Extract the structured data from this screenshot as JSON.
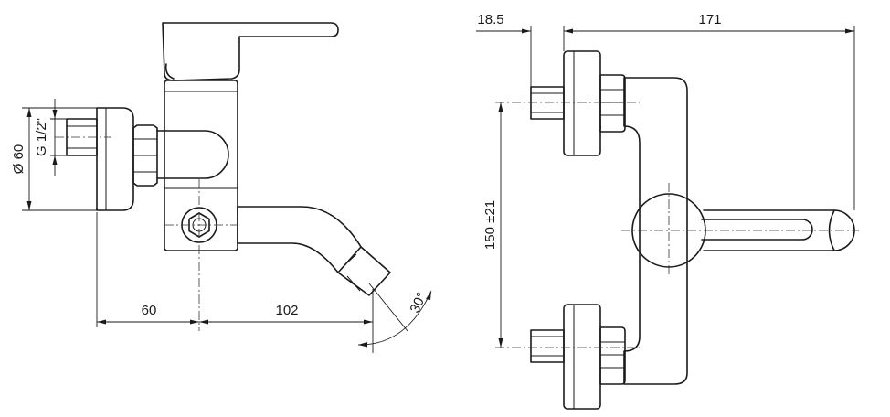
{
  "colors": {
    "stroke": "#1a1a1a",
    "background": "#ffffff"
  },
  "side_view": {
    "dims": {
      "diameter": "Ø 60",
      "thread": "G 1/2\"",
      "depth": "60",
      "reach": "102",
      "angle": "30°"
    }
  },
  "front_view": {
    "dims": {
      "offset": "18.5",
      "length": "171",
      "centers": "150 ±21"
    }
  }
}
